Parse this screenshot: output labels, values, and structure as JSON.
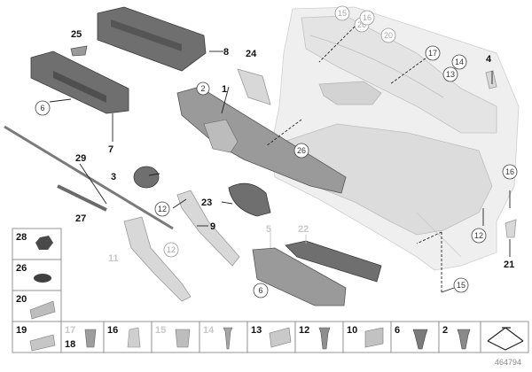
{
  "diagram_id": "464794",
  "callouts": {
    "c1": "1",
    "c2": "2",
    "c4": "4",
    "c5": "5",
    "c6a": "6",
    "c6b": "6",
    "c7": "7",
    "c8": "8",
    "c9": "9",
    "c11": "11",
    "c12a": "12",
    "c12b": "12",
    "c12c": "12",
    "c13": "13",
    "c14": "14",
    "c15a": "15",
    "c15b": "15",
    "c16a": "16",
    "c16b": "16",
    "c17": "17",
    "c20": "20",
    "c21": "21",
    "c22": "22",
    "c23": "23",
    "c24": "24",
    "c25": "25",
    "c26a": "26",
    "c26b": "26",
    "c27": "27",
    "c28": "28",
    "c29": "29",
    "c3": "3"
  },
  "side_column": [
    "28",
    "26",
    "20",
    "19"
  ],
  "bottom_row": [
    {
      "n": "17",
      "n2": "18",
      "light": true
    },
    {
      "n": "16",
      "light": false
    },
    {
      "n": "15",
      "light": true
    },
    {
      "n": "14",
      "light": true
    },
    {
      "n": "13",
      "light": false
    },
    {
      "n": "12",
      "light": false
    },
    {
      "n": "10",
      "light": false
    },
    {
      "n": "6",
      "light": false
    },
    {
      "n": "2",
      "light": false
    }
  ]
}
